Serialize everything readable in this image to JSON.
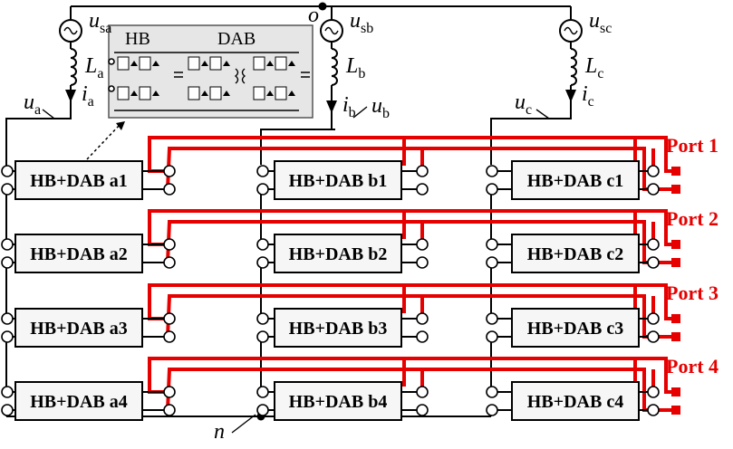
{
  "sources": [
    {
      "id": "a",
      "voltage": {
        "main": "u",
        "sub": "sa"
      },
      "inductor": {
        "main": "L",
        "sub": "a"
      },
      "current": {
        "main": "i",
        "sub": "a"
      },
      "node": {
        "main": "u",
        "sub": "a"
      }
    },
    {
      "id": "b",
      "voltage": {
        "main": "u",
        "sub": "sb"
      },
      "inductor": {
        "main": "L",
        "sub": "b"
      },
      "current": {
        "main": "i",
        "sub": "b"
      },
      "node": {
        "main": "u",
        "sub": "b"
      }
    },
    {
      "id": "c",
      "voltage": {
        "main": "u",
        "sub": "sc"
      },
      "inductor": {
        "main": "L",
        "sub": "c"
      },
      "current": {
        "main": "i",
        "sub": "c"
      },
      "node": {
        "main": "u",
        "sub": "c"
      }
    }
  ],
  "neutral_labels": {
    "top": "o",
    "bottom": "n"
  },
  "inset": {
    "hb_label": "HB",
    "dab_label": "DAB"
  },
  "columns": [
    [
      "HB+DAB a1",
      "HB+DAB a2",
      "HB+DAB a3",
      "HB+DAB a4"
    ],
    [
      "HB+DAB b1",
      "HB+DAB b2",
      "HB+DAB b3",
      "HB+DAB b4"
    ],
    [
      "HB+DAB c1",
      "HB+DAB c2",
      "HB+DAB c3",
      "HB+DAB c4"
    ]
  ],
  "ports": [
    "Port 1",
    "Port 2",
    "Port 3",
    "Port 4"
  ],
  "colors": {
    "bus": "#e60000",
    "wire": "#000000",
    "port_text": "#e60000"
  }
}
